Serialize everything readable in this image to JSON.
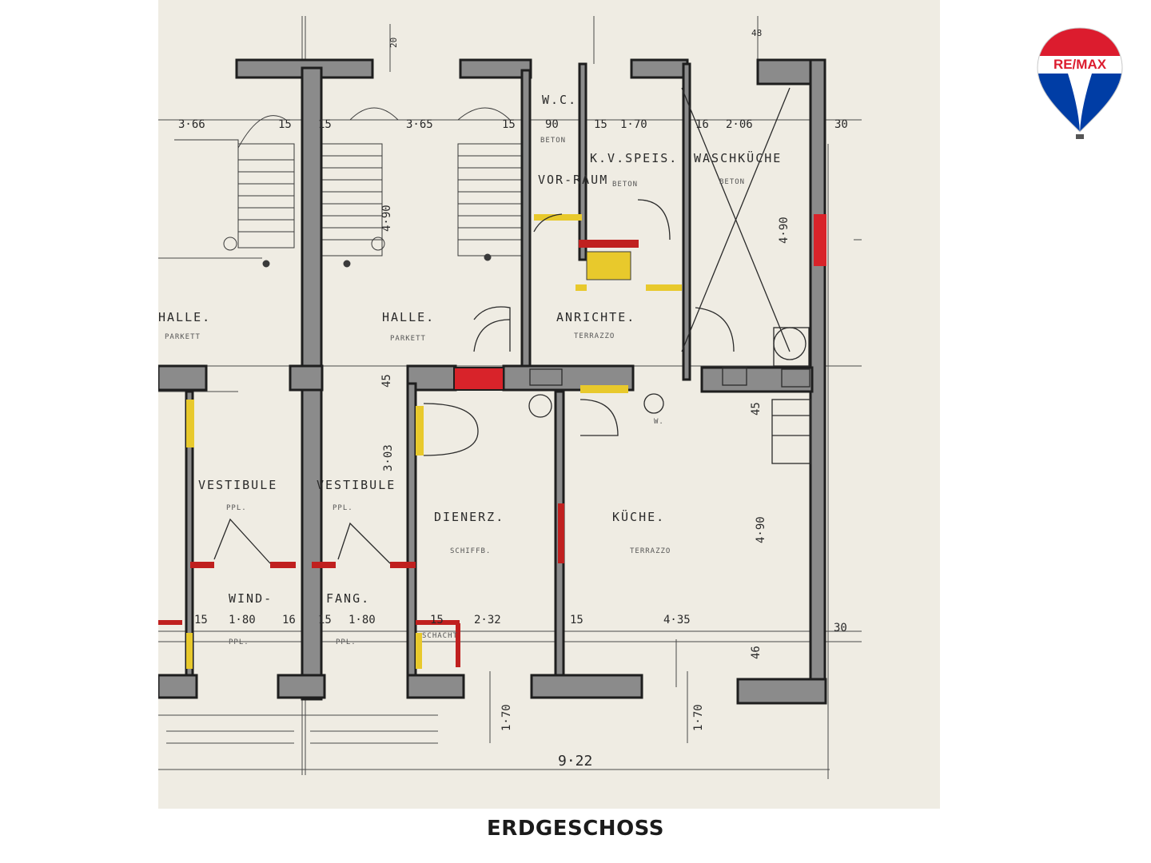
{
  "caption": "ERDGESCHOSS",
  "logo": {
    "text": "RE/MAX",
    "colors": {
      "red": "#dc1c2e",
      "blue": "#003da5",
      "white": "#ffffff"
    }
  },
  "plan": {
    "rooms": {
      "wc": "W.C.",
      "kv_speis": "K.V.SPEIS.",
      "waschkueche": "WASCHKÜCHE",
      "vorraum": "VOR-RAUM",
      "halle_left": "HALLE.",
      "halle": "HALLE.",
      "anrichte": "ANRICHTE.",
      "vestibule_left": "VESTIBULE",
      "vestibule": "VESTIBULE",
      "dienerz": "DIENERZ.",
      "kueche": "KÜCHE.",
      "wind": "WIND-",
      "fang": "FANG.",
      "schacht": "SCHACHT"
    },
    "floor_notes": {
      "beton1": "BETON",
      "beton2": "BETON",
      "beton3": "BETON",
      "parkett1": "PARKETT",
      "parkett2": "PARKETT",
      "terrazzo1": "TERRAZZO",
      "terrazzo2": "TERRAZZO",
      "ppl1": "PPL.",
      "ppl2": "PPL.",
      "ppl3": "PPL.",
      "ppl4": "PPL.",
      "schiff": "SCHIFFB.",
      "w_small": "W."
    },
    "dimensions": {
      "d366": "3·66",
      "d15a": "15",
      "d15b": "15",
      "d365": "3·65",
      "d15c": "15",
      "d90": "90",
      "d15d": "15",
      "d170": "1·70",
      "d16": "16",
      "d206": "2·06",
      "d30a": "30",
      "d490a": "4·90",
      "d490b": "4·90",
      "d490c": "4·90",
      "d45a": "45",
      "d303": "3·03",
      "d45b": "45",
      "d15e": "15",
      "d180a": "1·80",
      "d16b": "16",
      "d15f": "15",
      "d180b": "1·80",
      "d15g": "15",
      "d232": "2·32",
      "d15h": "15",
      "d435": "4·35",
      "d30b": "30",
      "d46": "46",
      "d970a": "1·70",
      "d970b": "1·70",
      "d922": "9·22",
      "d48": "48",
      "d20": "20"
    }
  }
}
